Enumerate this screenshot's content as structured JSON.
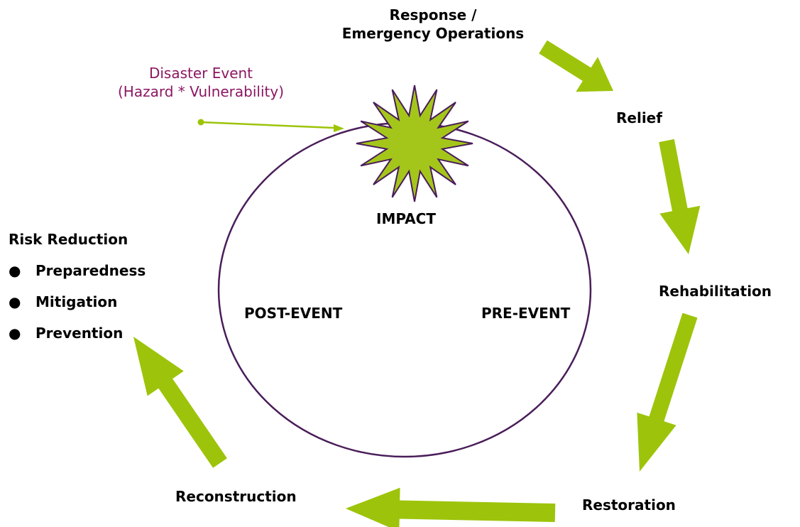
{
  "diagram": {
    "colors": {
      "arrow": "#9dc40a",
      "star_fill": "#a4c61a",
      "outline": "#4a1d5a",
      "disaster_text": "#8b1762"
    },
    "stages": {
      "response": [
        "Response /",
        "Emergency Operations"
      ],
      "relief": "Relief",
      "rehabilitation": "Rehabilitation",
      "restoration": "Restoration",
      "reconstruction": "Reconstruction"
    },
    "disaster_event": {
      "line1": "Disaster Event",
      "line2": "(Hazard * Vulnerability)"
    },
    "impact": "IMPACT",
    "post_event": "POST-EVENT",
    "pre_event": "PRE-EVENT",
    "risk_reduction": {
      "title": "Risk Reduction",
      "bullet_glyph": "●",
      "items": [
        "Preparedness",
        "Mitigation",
        "Prevention"
      ]
    }
  }
}
